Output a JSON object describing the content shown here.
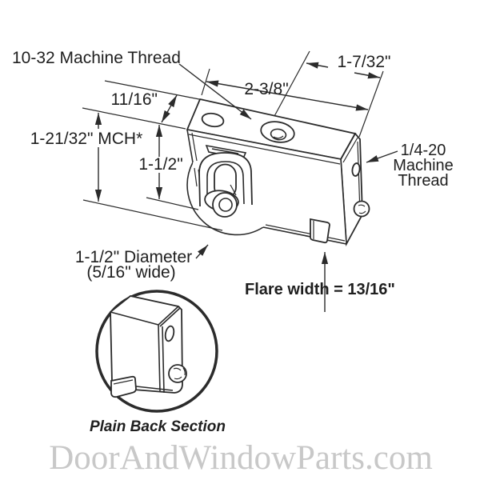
{
  "diagram": {
    "title_part": "sliding door roller assembly dimension drawing",
    "labels": {
      "thread_top": "10-32 Machine Thread",
      "dim_right_top": "1-7/32\"",
      "dim_top": "2-3/8\"",
      "dim_depth": "11/16\"",
      "dim_overall_height": "1-21/32\" MCH*",
      "dim_body_height": "1-1/2\"",
      "thread_side_line1": "1/4-20",
      "thread_side_line2": "Machine",
      "thread_side_line3": "Thread",
      "roller_line1": "1-1/2\" Diameter",
      "roller_line2": "(5/16\" wide)",
      "flare": "Flare width = 13/16\"",
      "inset_caption": "Plain Back Section"
    },
    "watermark": "DoorAndWindowParts.com",
    "colors": {
      "line": "#2b2b2b",
      "text": "#1f1f1f",
      "watermark": "#c8c8c8",
      "background": "#ffffff"
    }
  }
}
